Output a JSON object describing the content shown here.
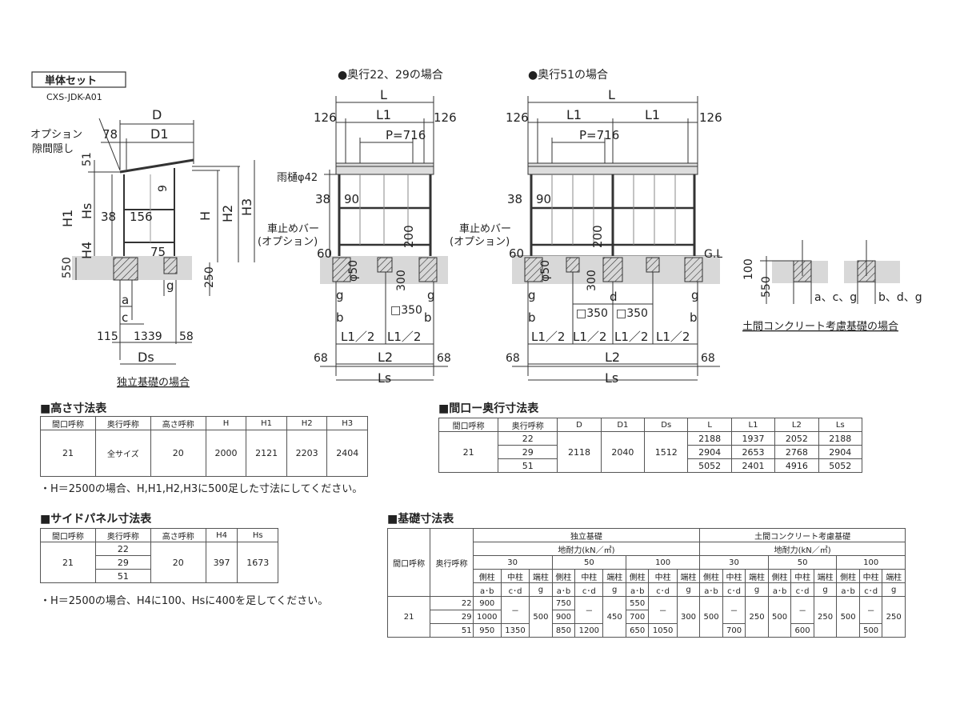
{
  "set_box": {
    "label": "単体セット",
    "model": "CXS-JDK-A01"
  },
  "side_view": {
    "D": "D",
    "D1": "D1",
    "d78": "78",
    "option_line1": "オプション",
    "option_line2": "隙間隠し",
    "d51": "51",
    "H1": "H1",
    "Hs": "Hs",
    "H4": "H4",
    "H": "H",
    "H2": "H2",
    "H3": "H3",
    "d9": "9",
    "d38": "38",
    "d156": "156",
    "d75": "75",
    "d550": "550",
    "d250": "250",
    "a": "a",
    "c": "c",
    "g": "g",
    "d115": "115",
    "d1339": "1339",
    "d58": "58",
    "Ds": "Ds",
    "caption": "独立基礎の場合"
  },
  "front1": {
    "title": "●奥行22、29の場合",
    "L": "L",
    "L1": "L1",
    "d126a": "126",
    "d126b": "126",
    "pitch": "P=716",
    "gutter": "雨樋φ42",
    "d38": "38",
    "d90": "90",
    "stopper_line1": "車止めバー",
    "stopper_line2": "(オプション)",
    "d200": "200",
    "d60": "60",
    "phi50": "φ50",
    "d300": "300",
    "sq350": "□350",
    "g1": "g",
    "g2": "g",
    "b1": "b",
    "b2": "b",
    "half1": "L1／2",
    "half2": "L1／2",
    "d68a": "68",
    "d68b": "68",
    "L2": "L2",
    "Ls": "Ls"
  },
  "front2": {
    "title": "●奥行51の場合",
    "L": "L",
    "L1a": "L1",
    "L1b": "L1",
    "d126a": "126",
    "d126b": "126",
    "pitch": "P=716",
    "d38": "38",
    "d90": "90",
    "stopper_line1": "車止めバー",
    "stopper_line2": "(オプション)",
    "d200": "200",
    "d60": "60",
    "phi50": "φ50",
    "d300": "300",
    "d": "d",
    "sq350a": "□350",
    "sq350b": "□350",
    "g1": "g",
    "g2": "g",
    "b1": "b",
    "b2": "b",
    "half1": "L1／2",
    "half2": "L1／2",
    "half3": "L1／2",
    "half4": "L1／2",
    "d68a": "68",
    "d68b": "68",
    "L2": "L2",
    "Ls": "Ls",
    "GL": "G.L"
  },
  "foundation_detail": {
    "d100": "100",
    "d550": "550",
    "lbl1": "a、c、g",
    "lbl2": "b、d、g",
    "caption": "土間コンクリート考慮基礎の場合"
  },
  "height_table": {
    "title": "■高さ寸法表",
    "headers": [
      "間口呼称",
      "奥行呼称",
      "高さ呼称",
      "H",
      "H1",
      "H2",
      "H3"
    ],
    "row": [
      "21",
      "全サイズ",
      "20",
      "2000",
      "2121",
      "2203",
      "2404"
    ],
    "note": "・H＝2500の場合、H,H1,H2,H3に500足した寸法にしてください。"
  },
  "opening_table": {
    "title": "■間口ー奥行寸法表",
    "headers": [
      "間口呼称",
      "奥行呼称",
      "D",
      "D1",
      "Ds",
      "L",
      "L1",
      "L2",
      "Ls"
    ],
    "width": "21",
    "D": "2118",
    "D1": "2040",
    "Ds": "1512",
    "rows": [
      {
        "depth": "22",
        "L": "2188",
        "L1": "1937",
        "L2": "2052",
        "Ls": "2188"
      },
      {
        "depth": "29",
        "L": "2904",
        "L1": "2653",
        "L2": "2768",
        "Ls": "2904"
      },
      {
        "depth": "51",
        "L": "5052",
        "L1": "2401",
        "L2": "4916",
        "Ls": "5052"
      }
    ]
  },
  "side_panel_table": {
    "title": "■サイドパネル寸法表",
    "headers": [
      "間口呼称",
      "奥行呼称",
      "高さ呼称",
      "H4",
      "Hs"
    ],
    "width": "21",
    "height": "20",
    "H4": "397",
    "Hs": "1673",
    "depths": [
      "22",
      "29",
      "51"
    ],
    "note": "・H＝2500の場合、H4に100、Hsに400を足してください。"
  },
  "base_table": {
    "title": "■基礎寸法表",
    "h_width": "間口呼称",
    "h_depth": "奥行呼称",
    "group1": "独立基礎",
    "group2": "土間コンクリート考慮基礎",
    "bearing": "地耐力(kN／㎡)",
    "loads": [
      "30",
      "50",
      "100"
    ],
    "posts": [
      "側柱",
      "中柱",
      "端柱"
    ],
    "codes": [
      "a･b",
      "c･d",
      "g"
    ],
    "width": "21",
    "depths": [
      "22",
      "29",
      "51"
    ],
    "dash": "－",
    "g1": {
      "30": {
        "ab": [
          "900",
          "1000",
          "950"
        ],
        "cd51": "1350",
        "g": "500"
      },
      "50": {
        "ab": [
          "750",
          "900",
          "850"
        ],
        "cd51": "1200",
        "g": "450"
      },
      "100": {
        "ab": [
          "550",
          "700",
          "650"
        ],
        "cd51": "1050",
        "g": "300"
      }
    },
    "g2": {
      "30": {
        "ab": "500",
        "cd51": "700",
        "g": "250"
      },
      "50": {
        "ab": "500",
        "cd51": "600",
        "g": "250"
      },
      "100": {
        "ab": "500",
        "cd51": "500",
        "g": "250"
      }
    }
  }
}
